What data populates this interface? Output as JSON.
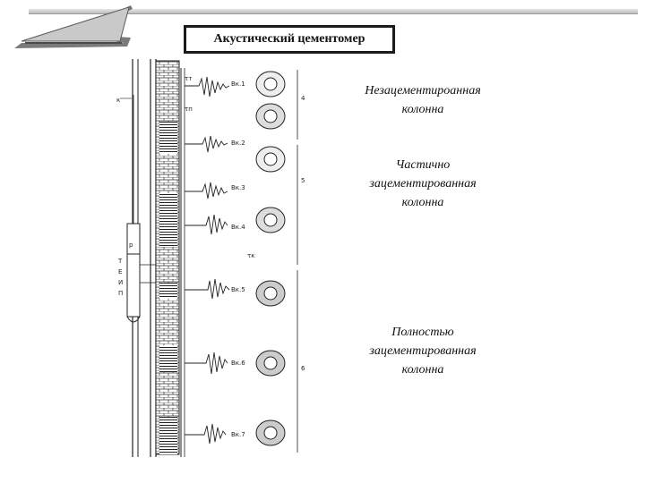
{
  "slide": {
    "title": "Акустический цементомер",
    "captions": [
      "Незацементироанная\nколонна",
      "Частично\nзацементированная\nколонна",
      "Полностью\nзацементированная\nколонна"
    ]
  },
  "figure": {
    "labels": {
      "k": "к",
      "p": "р",
      "t1": "Т",
      "e": "Е",
      "ii": "И",
      "p2": "П",
      "tau_t": "τт",
      "tau_p": "τп",
      "tau_k": "τк"
    },
    "traces": [
      "Вк.1",
      "Вк.2",
      "Вк.3",
      "Вк.4",
      "Вк.5",
      "Вк.6",
      "Вк.7"
    ],
    "section_numbers": [
      "4",
      "5",
      "6"
    ]
  },
  "colors": {
    "title_border": "#1a1a1a",
    "rule": "#bdbdbd",
    "ink": "#111111"
  }
}
